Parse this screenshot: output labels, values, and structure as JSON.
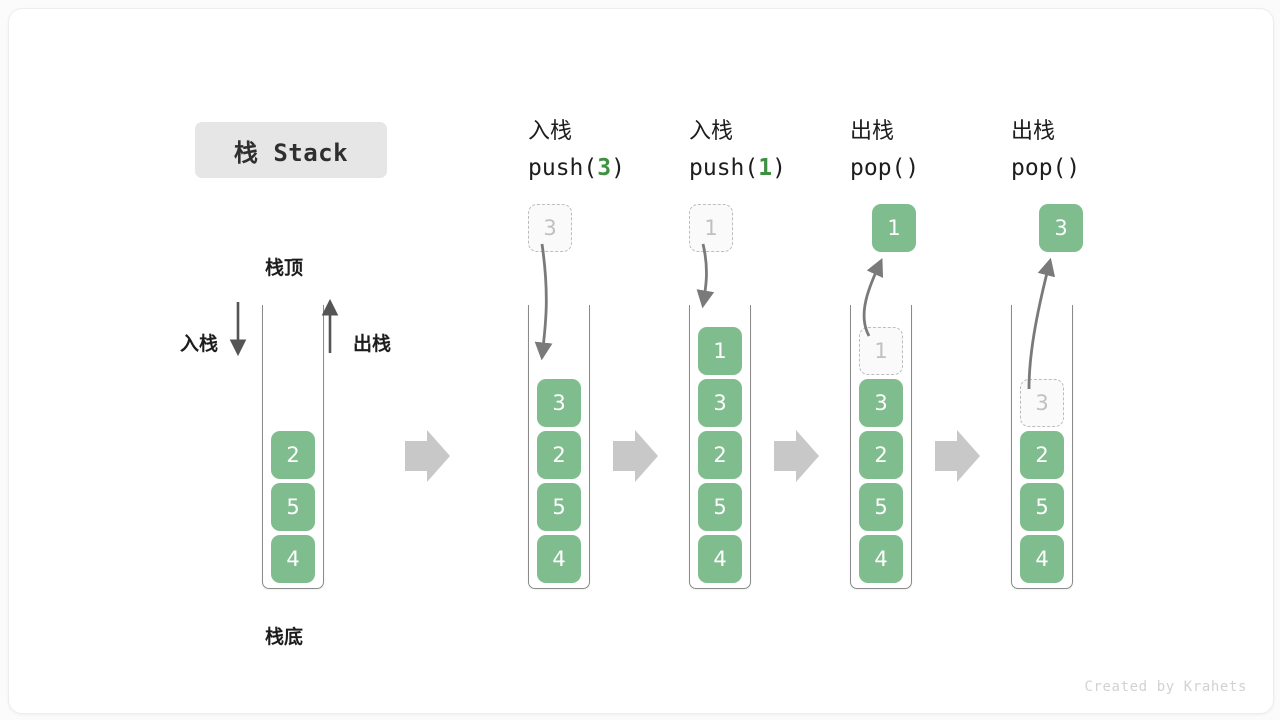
{
  "title": {
    "badge_label": "栈 Stack"
  },
  "annotations": {
    "top_label": "栈顶",
    "bottom_label": "栈底",
    "push_label": "入栈",
    "pop_label": "出栈"
  },
  "footer": {
    "credit": "Created by Krahets"
  },
  "colors": {
    "element_fill": "#80bd8e",
    "element_text": "#ffffff",
    "ghost_fill": "#fafafa",
    "ghost_text": "#c0c0c0",
    "ghost_border": "#bdbdbd",
    "badge_bg": "#e6e6e6",
    "accent_green": "#3f9142",
    "arrow_gray": "#7a7a7a",
    "flow_arrow": "#c8c8c8",
    "container_border": "#8a8a8a"
  },
  "columns": [
    {
      "id": "initial",
      "head_cn": "",
      "head_code_prefix": "",
      "head_code_arg": "",
      "head_code_suffix": "",
      "cells_bottom_to_top": [
        "4",
        "5",
        "2"
      ],
      "float_value": "",
      "ghost_top_value": ""
    },
    {
      "id": "push-3",
      "head_cn": "入栈",
      "head_code_prefix": "push(",
      "head_code_arg": "3",
      "head_code_suffix": ")",
      "cells_bottom_to_top": [
        "4",
        "5",
        "2",
        "3"
      ],
      "float_value": "3",
      "float_style": "ghost",
      "ghost_top_value": ""
    },
    {
      "id": "push-1",
      "head_cn": "入栈",
      "head_code_prefix": "push(",
      "head_code_arg": "1",
      "head_code_suffix": ")",
      "cells_bottom_to_top": [
        "4",
        "5",
        "2",
        "3",
        "1"
      ],
      "float_value": "1",
      "float_style": "ghost",
      "ghost_top_value": ""
    },
    {
      "id": "pop-1",
      "head_cn": "出栈",
      "head_code_prefix": "pop(",
      "head_code_arg": "",
      "head_code_suffix": ")",
      "cells_bottom_to_top": [
        "4",
        "5",
        "2",
        "3"
      ],
      "float_value": "1",
      "float_style": "solid",
      "ghost_top_value": "1"
    },
    {
      "id": "pop-3",
      "head_cn": "出栈",
      "head_code_prefix": "pop(",
      "head_code_arg": "",
      "head_code_suffix": ")",
      "cells_bottom_to_top": [
        "4",
        "5",
        "2"
      ],
      "float_value": "3",
      "float_style": "solid",
      "ghost_top_value": "3"
    }
  ]
}
